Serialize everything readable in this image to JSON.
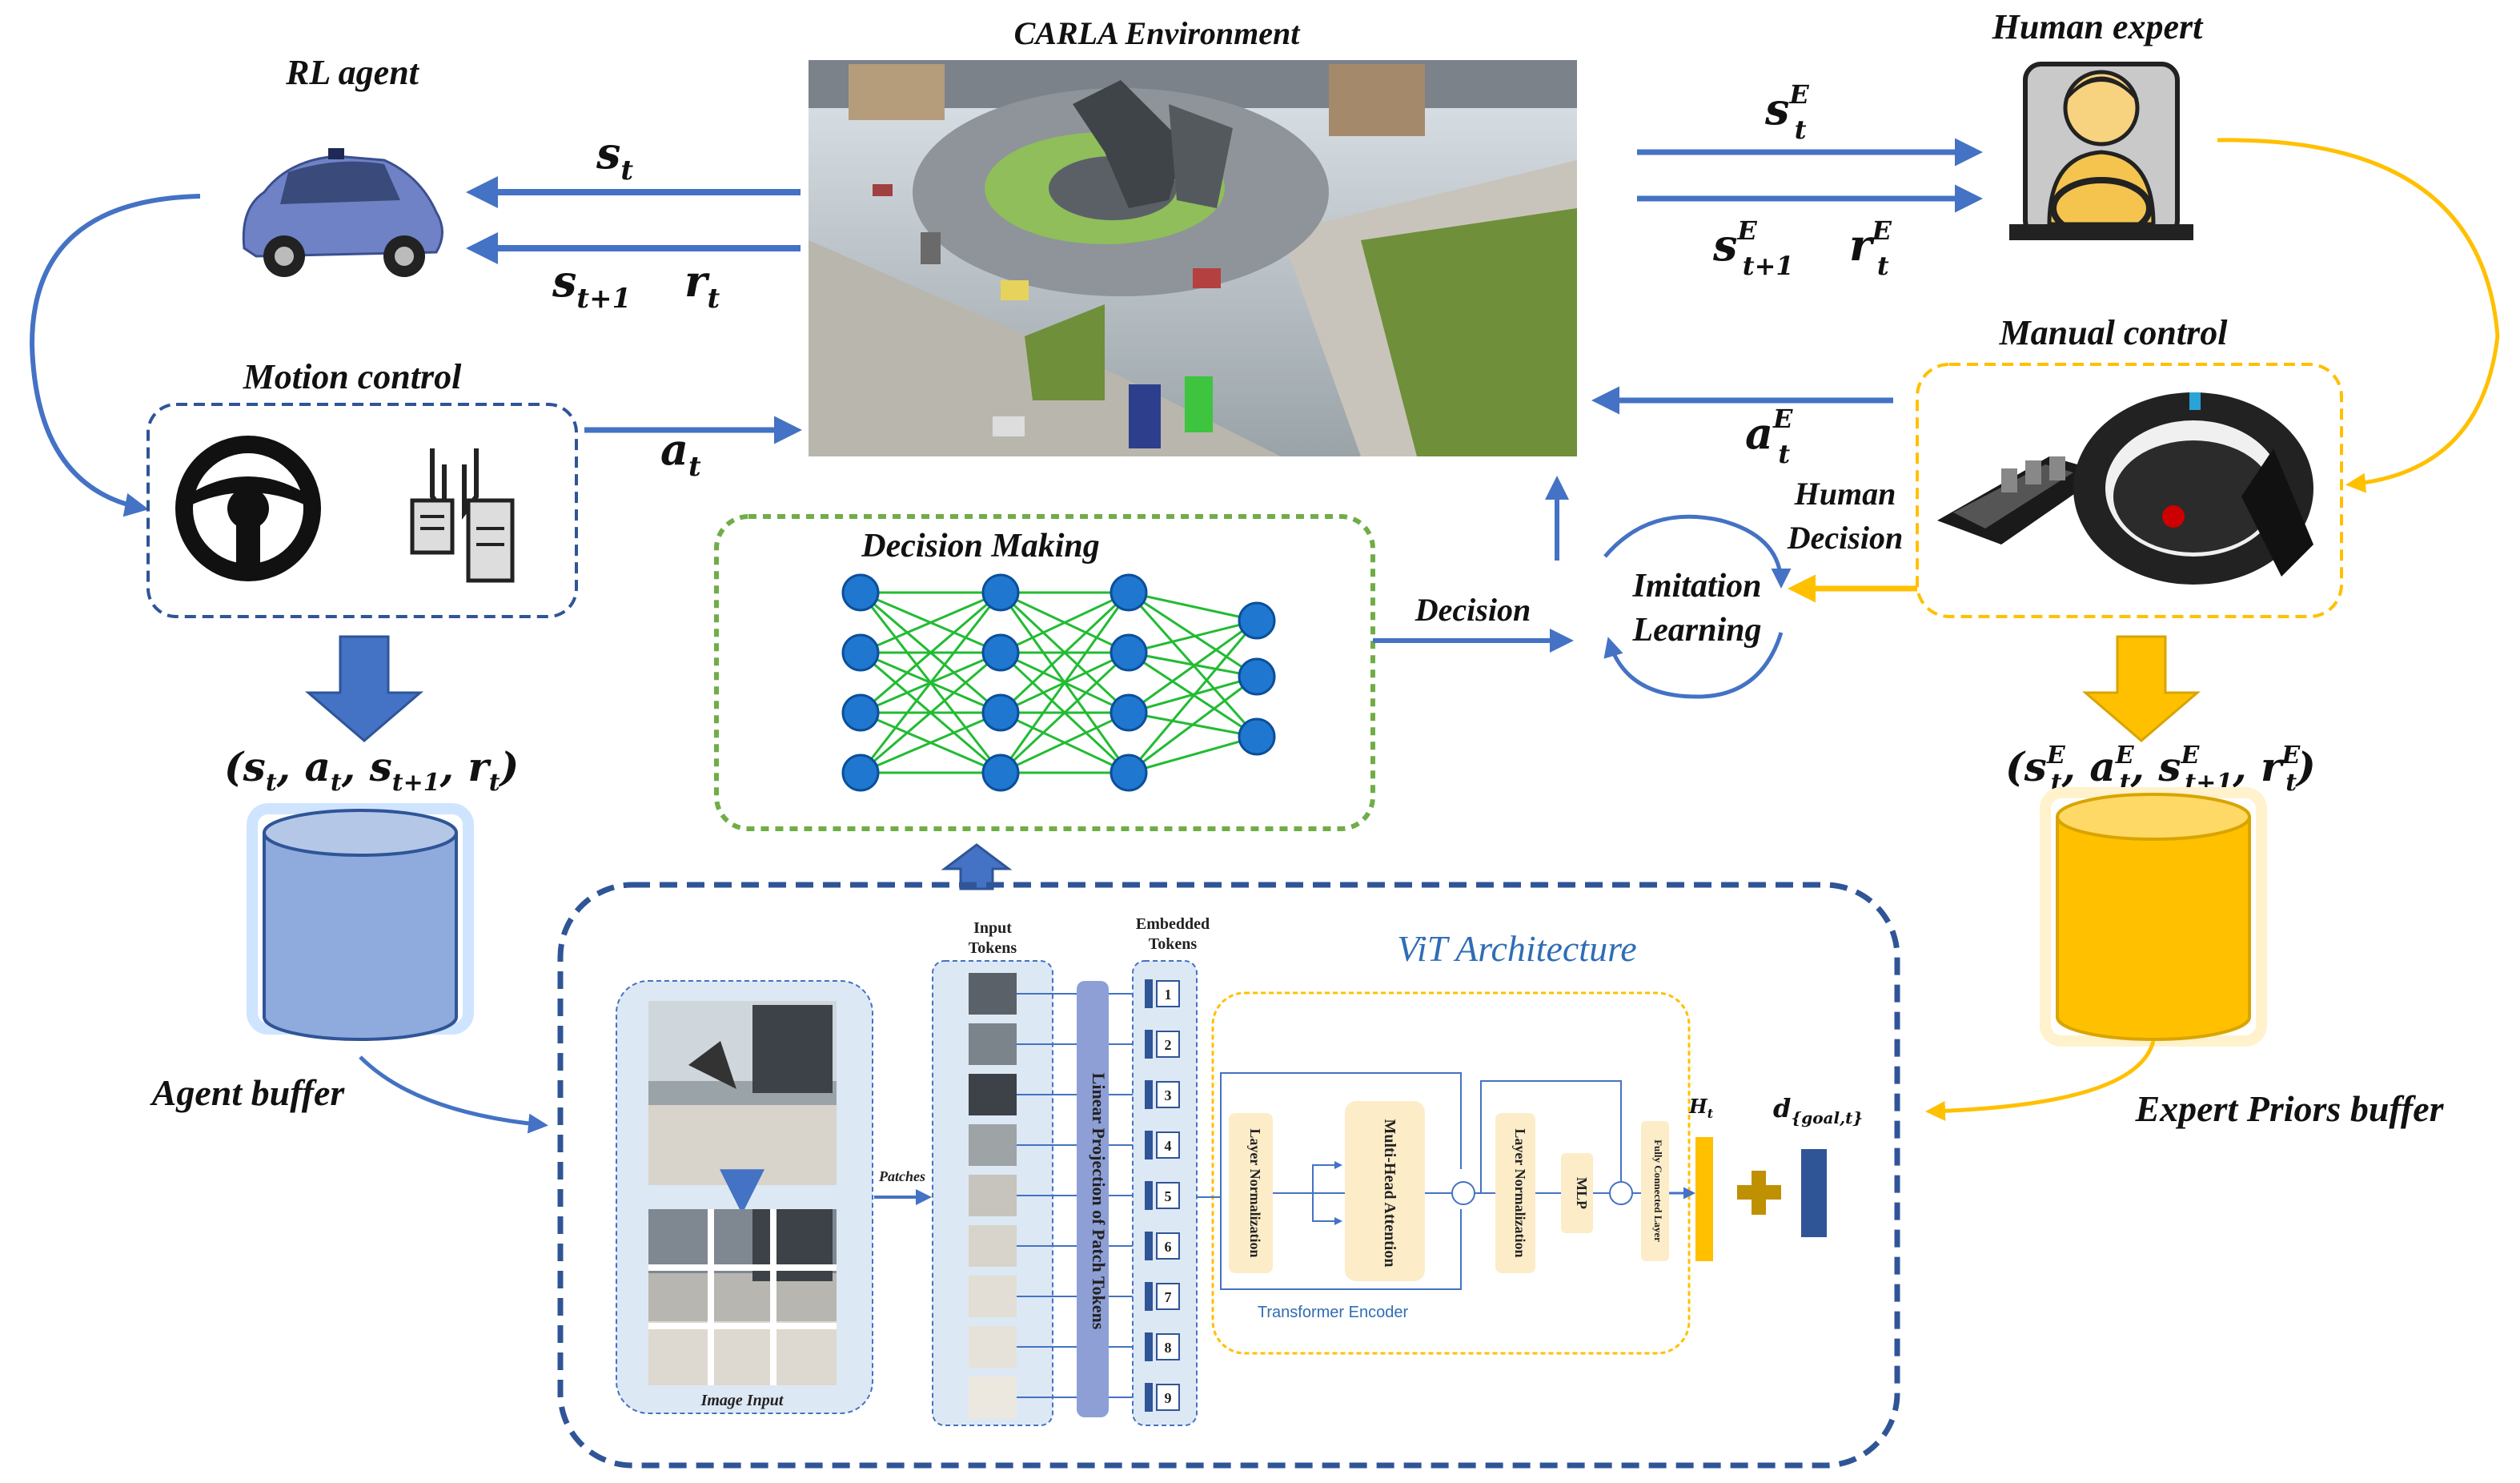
{
  "titles": {
    "rl_agent": "RL agent",
    "carla": "CARLA Environment",
    "human_expert": "Human expert",
    "motion_control": "Motion control",
    "manual_control": "Manual control",
    "decision_making": "Decision Making",
    "decision": "Decision",
    "imitation_1": "Imitation",
    "imitation_2": "Learning",
    "human_decision_1": "Human",
    "human_decision_2": "Decision",
    "agent_buffer": "Agent buffer",
    "expert_buffer": "Expert Priors buffer",
    "vit": "ViT Architecture"
  },
  "math": {
    "s_t": "s",
    "s_t_sub": "t",
    "s_t1": "s",
    "s_t1_sub": "t+1",
    "r_t": "r",
    "r_t_sub": "t",
    "a_t": "a",
    "a_t_sub": "t",
    "sE": "s",
    "sE_sub": "t",
    "sE_sup": "E",
    "sE1": "s",
    "sE1_sub": "t+1",
    "sE1_sup": "E",
    "rE": "r",
    "rE_sub": "t",
    "rE_sup": "E",
    "aE": "a",
    "aE_sub": "t",
    "aE_sup": "E",
    "agent_tuple": "(s",
    "expert_tuple": "(s"
  },
  "vit": {
    "input_tokens_1": "Input",
    "input_tokens_2": "Tokens",
    "embedded_1": "Embedded",
    "embedded_2": "Tokens",
    "patches": "Patches",
    "image_input": "Image Input",
    "linear_projection": "Linear Projection of Patch Tokens",
    "layer_norm_1": "Layer Normalization",
    "mha": "Multi-Head Attention",
    "layer_norm_2": "Layer Normalization",
    "mlp": "MLP",
    "fc": "Fully Connected Layer",
    "transformer_encoder": "Transformer Encoder",
    "h_t": "H",
    "h_t_sub": "t",
    "d_goal": "d",
    "d_goal_sub": "{goal,t}",
    "token_numbers": [
      "1",
      "2",
      "3",
      "4",
      "5",
      "6",
      "7",
      "8",
      "9"
    ]
  },
  "colors": {
    "blue": "#4472c4",
    "dark_blue": "#2f5597",
    "gold": "#ffc000",
    "green_dash": "#70ad47",
    "node_blue": "#1f77d0",
    "edge_green": "#22bb33",
    "buffer_blue": "#8faadc",
    "token_blue": "#8e9fd6"
  },
  "icons": [
    "car-icon",
    "steering-wheel-icon",
    "pedals-icon",
    "human-driver-icon",
    "game-wheel-icon",
    "carla-scene-image",
    "database-icon"
  ]
}
